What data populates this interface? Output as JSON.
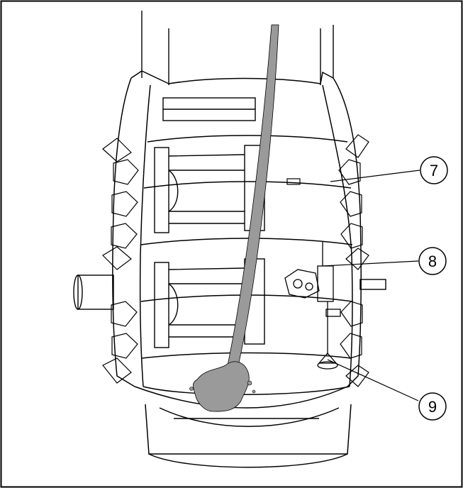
{
  "figure": {
    "colors": {
      "line": "#000000",
      "background": "#ffffff",
      "stream": "#9a9a9a",
      "shadow": "#cfcfcf"
    },
    "callouts": [
      {
        "label": "7"
      },
      {
        "label": "8"
      },
      {
        "label": "9"
      }
    ]
  }
}
